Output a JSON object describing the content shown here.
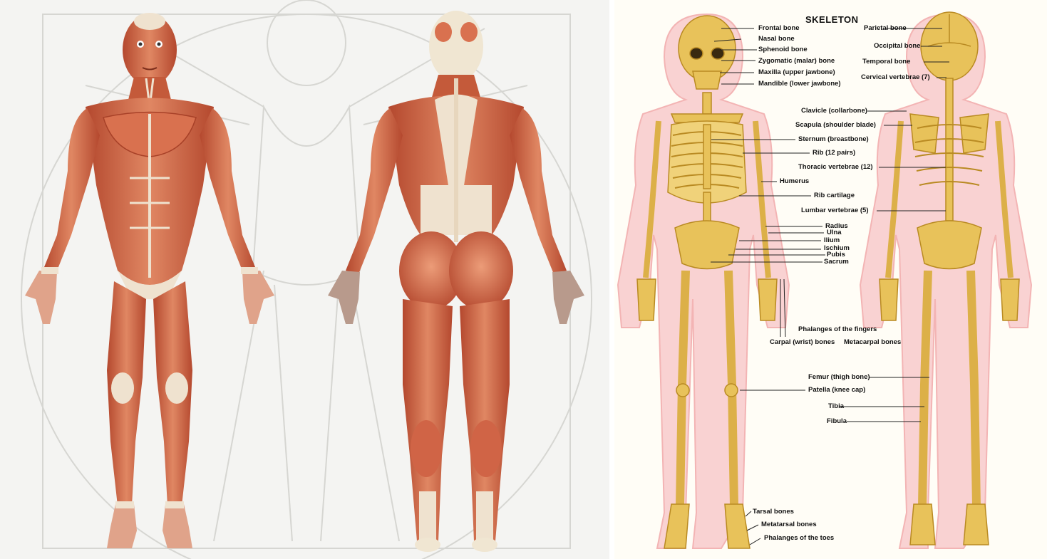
{
  "skeleton": {
    "title": "SKELETON",
    "front_labels": [
      "Frontal bone",
      "Nasal bone",
      "Sphenoid bone",
      "Zygomatic (malar) bone",
      "Maxilla (upper jawbone)",
      "Mandible (lower jawbone)",
      "Sternum (breastbone)",
      "Rib (12 pairs)",
      "Humerus",
      "Rib cartilage",
      "Radius",
      "Ulna",
      "Ilium",
      "Ischium",
      "Pubis",
      "Sacrum",
      "Phalanges of the fingers",
      "Carpal (wrist) bones",
      "Metacarpal bones",
      "Patella (knee cap)",
      "Tarsal bones",
      "Metatarsal bones",
      "Phalanges of the toes"
    ],
    "back_labels": [
      "Parietal bone",
      "Occipital bone",
      "Temporal bone",
      "Cervical vertebrae (7)",
      "Clavicle (collarbone)",
      "Scapula (shoulder blade)",
      "Thoracic vertebrae (12)",
      "Lumbar vertebrae (5)",
      "Femur (thigh bone)",
      "Tibia",
      "Fibula"
    ]
  },
  "colors": {
    "muscle": "#d9714f",
    "muscle_dark": "#b4482e",
    "tendon": "#efe2cf",
    "bone": "#e8c25a",
    "bone_dark": "#b98a22",
    "body_outline": "#f6c4c4",
    "leader_line": "#222222"
  }
}
